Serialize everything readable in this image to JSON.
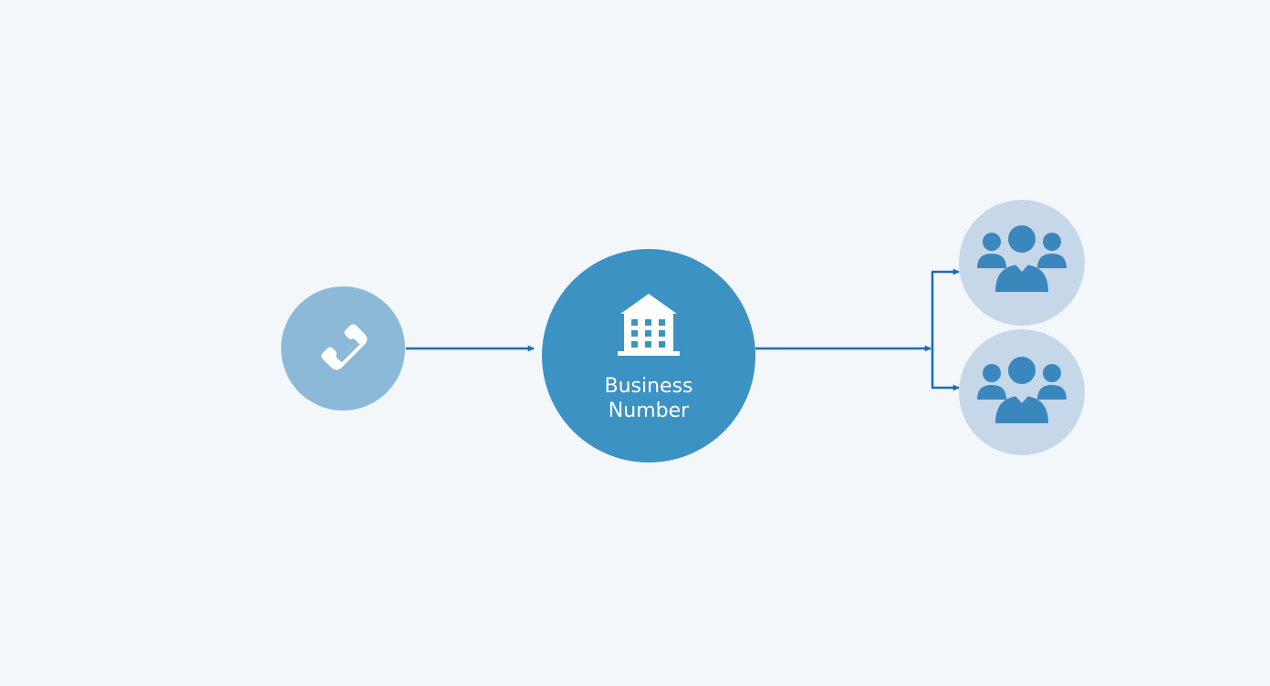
{
  "diagram": {
    "nodes": {
      "caller": {
        "icon": "phone-icon"
      },
      "business": {
        "icon": "building-icon",
        "label_line1": "Business",
        "label_line2": "Number"
      },
      "team_top": {
        "icon": "team-icon"
      },
      "team_bottom": {
        "icon": "team-icon"
      }
    },
    "edges": [
      {
        "from": "caller",
        "to": "business"
      },
      {
        "from": "business",
        "to": "team_top"
      },
      {
        "from": "business",
        "to": "team_bottom"
      }
    ]
  },
  "colors": {
    "background": "#f3f7fa",
    "caller_fill": "#8cb9d8",
    "business_fill": "#3b92c3",
    "team_fill": "#c7d7ea",
    "team_icon": "#3a87bd",
    "arrow": "#1b6db3",
    "white": "#ffffff"
  }
}
